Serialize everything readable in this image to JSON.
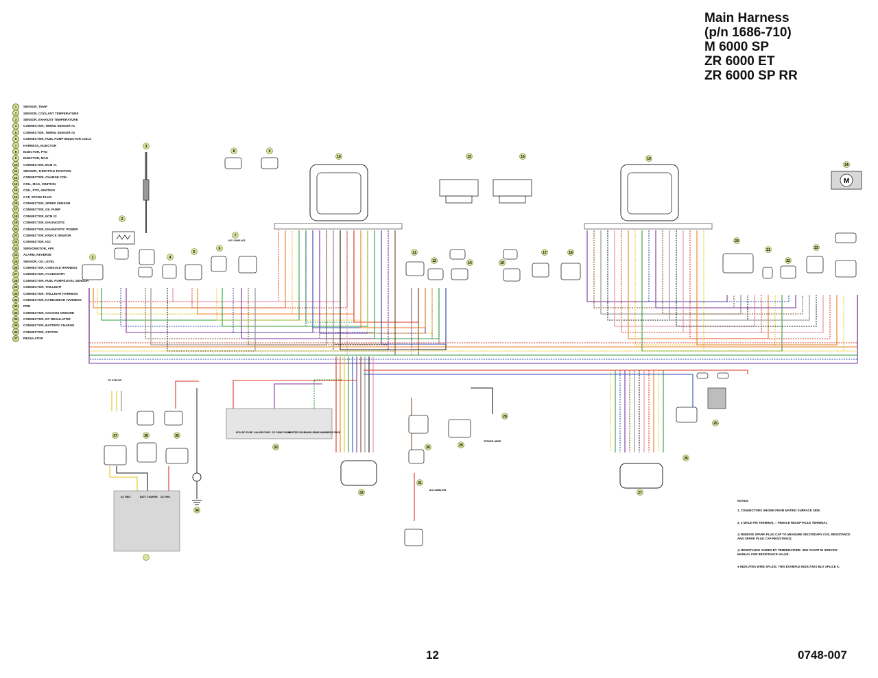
{
  "title_lines": [
    "Main Harness",
    "(p/n 1686-710)",
    "M 6000 SP",
    "ZR 6000 ET",
    "ZR 6000 SP RR"
  ],
  "legend": [
    {
      "num": "1",
      "label": "SENSOR, TMAP"
    },
    {
      "num": "2",
      "label": "SENSOR, COOLANT TEMPERATURE"
    },
    {
      "num": "3",
      "label": "SENSOR, EXHAUST TEMPERATURE"
    },
    {
      "num": "4",
      "label": "CONNECTOR, TIMING SENSOR #1"
    },
    {
      "num": "5",
      "label": "CONNECTOR, TIMING SENSOR #2"
    },
    {
      "num": "6",
      "label": "CONNECTOR, FUEL PUMP INDUCTOR COILS"
    },
    {
      "num": "7",
      "label": "HARNESS, INJECTOR"
    },
    {
      "num": "8",
      "label": "INJECTOR, PTO"
    },
    {
      "num": "9",
      "label": "INJECTOR, MAG"
    },
    {
      "num": "10",
      "label": "CONNECTOR, ECM #1"
    },
    {
      "num": "11",
      "label": "SENSOR, THROTTLE POSITION"
    },
    {
      "num": "12",
      "label": "CONNECTOR, CHARGE COIL"
    },
    {
      "num": "13",
      "label": "COIL, MAG, IGNITION"
    },
    {
      "num": "14",
      "label": "COIL, PTO, IGNITION"
    },
    {
      "num": "15",
      "label": "CAP, SPARK PLUG"
    },
    {
      "num": "16",
      "label": "CONNECTOR, SPEED SENSOR"
    },
    {
      "num": "17",
      "label": "CONNECTOR, OIL PUMP"
    },
    {
      "num": "18",
      "label": "CONNECTOR, ECM #2"
    },
    {
      "num": "19",
      "label": "CONNECTOR, DIAGNOSTIC"
    },
    {
      "num": "20",
      "label": "CONNECTOR, DIAGNOSTIC POWER"
    },
    {
      "num": "21",
      "label": "CONNECTOR, KNOCK SENSOR"
    },
    {
      "num": "22",
      "label": "CONNECTOR, IGC"
    },
    {
      "num": "23",
      "label": "SERVOMOTOR, APV"
    },
    {
      "num": "24",
      "label": "ALARM, REVERSE"
    },
    {
      "num": "25",
      "label": "SENSOR, OIL LEVEL"
    },
    {
      "num": "26",
      "label": "CONNECTOR, CONSOLE HARNESS"
    },
    {
      "num": "27",
      "label": "CONNECTOR, ACCESSORY"
    },
    {
      "num": "28",
      "label": "CONNECTOR, FUEL PUMP/LEVEL SENSOR"
    },
    {
      "num": "29",
      "label": "CONNECTOR, TAILLIGHT"
    },
    {
      "num": "30",
      "label": "CONNECTOR, TAILLIGHT HARNESS"
    },
    {
      "num": "31",
      "label": "CONNECTOR, HANDLEBAR HARNESS"
    },
    {
      "num": "32",
      "label": "PDM"
    },
    {
      "num": "33",
      "label": "CONNECTOR, CHASSIS GROUND"
    },
    {
      "num": "34",
      "label": "CONNECTOR, DC REGULATOR"
    },
    {
      "num": "35",
      "label": "CONNECTOR, BATTERY CHARGE"
    },
    {
      "num": "36",
      "label": "CONNECTOR, STATOR"
    },
    {
      "num": "37",
      "label": "REGULATOR"
    }
  ],
  "notes": {
    "heading": "NOTES:",
    "items": [
      "1. CONNECTORS SHOWN FROM MATING SURFACE SIDE.",
      "2. ● MALE PIN TERMINAL  ○ FEMALE RECEPTACLE TERMINAL",
      "⚠ REMOVE SPARK PLUG CAP TO MEASURE SECONDARY COIL RESISTANCE AND SPARK PLUG CAP RESISTANCE.",
      "⚠ RESISTANCE VARIES BY TEMPERATURE. SEE CHART IN SERVICE MANUAL FOR RESISTANCE VALUE.",
      "● INDICATES WIRE SPLICE. THIS EXAMPLE INDICATES BLK SPLICE A."
    ]
  },
  "labels": {
    "to_stator": "TO STATOR",
    "pdm_fuses": [
      "ECU/DC FUSE",
      "GAUGE FUSE",
      "DC PUMP FUSE",
      "HEATED FUSE",
      "HANDLEBAR WARMERS FUSE"
    ],
    "apv_motor": "M",
    "ac_7": "A/C #1686-463",
    "ac_30": "A/C #1686-054",
    "tether_note": "TETHER HERE",
    "regulator_terms": [
      "AC REG.",
      "BATT CHARGE",
      "DC REG."
    ]
  },
  "colors": {
    "red": "#d9341c",
    "orange": "#e87c1e",
    "yellow": "#e6c21a",
    "green": "#2e9d3a",
    "blue": "#2c4fb8",
    "purple": "#7a2f9e",
    "brown": "#7a4a22",
    "gray": "#8a8a8a",
    "black": "#1a1a1a",
    "pink": "#e88aa2",
    "white": "#c9c9c9",
    "callout": "#d4e49a"
  },
  "page_number": "12",
  "doc_id": "0748-007"
}
